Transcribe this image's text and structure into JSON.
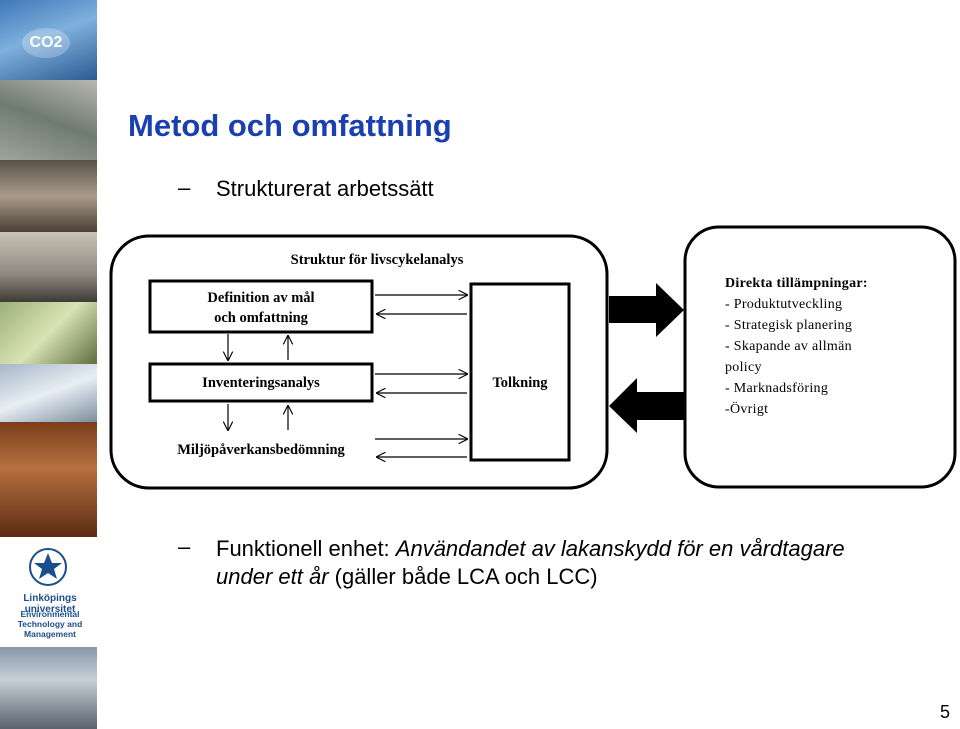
{
  "slide": {
    "title": "Metod och omfattning",
    "bullet1": "Strukturerat arbetssätt",
    "bullet2_prefix": "Funktionell enhet: ",
    "bullet2_italic": "Användandet av lakanskydd för en vårdtagare under ett år",
    "bullet2_suffix": " (gäller både LCA och LCC)",
    "page_number": "5"
  },
  "sidebar": {
    "badge": "CO2",
    "university": "Linköpings universitet",
    "department": [
      "Environmental",
      "Technology and",
      "Management"
    ]
  },
  "diagram": {
    "framework_title": "Struktur  för livscykelanalys",
    "goal_scope": [
      "Definition av mål",
      "och omfattning"
    ],
    "inventory": "Inventeringsanalys",
    "impact": "Miljöpåverkansbedömning",
    "interpretation": "Tolkning",
    "applications_title": "Direkta tillämpningar:",
    "applications": [
      "- Produktutveckling",
      "- Strategisk planering",
      "- Skapande av allmän",
      "policy",
      "- Marknadsföring",
      "-Övrigt"
    ]
  },
  "colors": {
    "title": "#1a3fb0",
    "arrow": "#000000",
    "university": "#1a4e8c"
  }
}
